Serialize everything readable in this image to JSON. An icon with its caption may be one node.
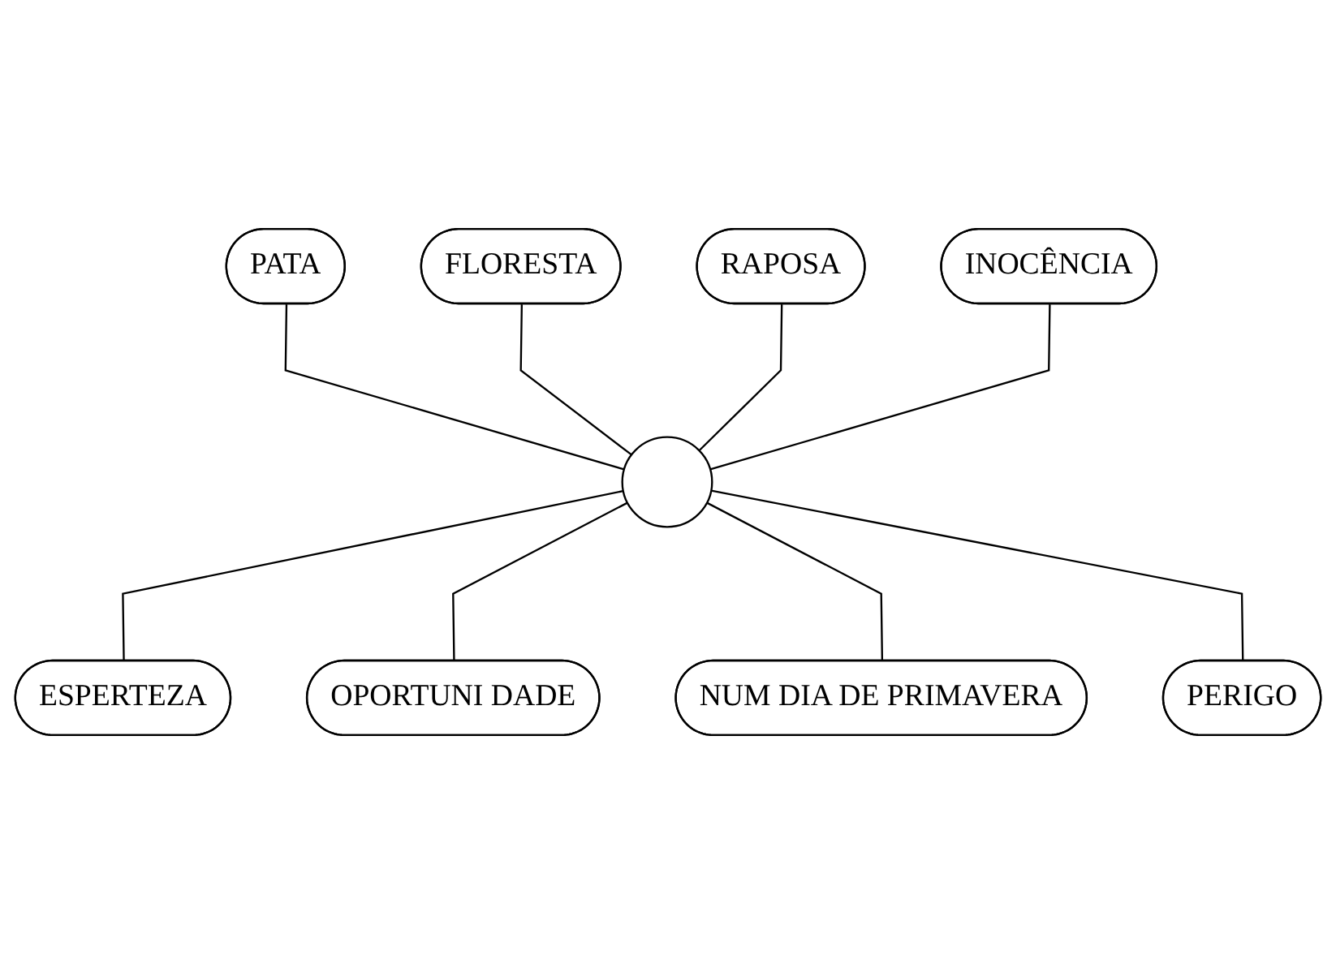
{
  "diagram": {
    "nodes": [
      {
        "text": [
          "FLORESTA"
        ]
      },
      {
        "text": [
          "PATA"
        ]
      },
      {
        "text": [
          "RAPOSA"
        ]
      },
      {
        "text": [
          "INOCÊNCIA"
        ]
      },
      {
        "text": [],
        "shape": "circle"
      },
      {
        "text": [
          "ESPERTEZA"
        ]
      },
      {
        "text": [
          "OPORTUNI DADE"
        ]
      },
      {
        "text": [
          "PERIGO"
        ]
      },
      {
        "text": [
          "NUM DIA DE PRIMAVERA"
        ]
      }
    ],
    "edges": [
      {
        "from": 1,
        "to": 4,
        "arrow": "none"
      },
      {
        "from": 0,
        "to": 4,
        "arrow": "none"
      },
      {
        "from": 2,
        "to": 4,
        "arrow": "none"
      },
      {
        "from": 3,
        "to": 4,
        "arrow": "none"
      },
      {
        "from": 4,
        "to": 5,
        "arrow": "none"
      },
      {
        "from": 4,
        "to": 6,
        "arrow": "none"
      },
      {
        "from": 4,
        "to": 8,
        "arrow": "none"
      },
      {
        "from": 4,
        "to": 7,
        "arrow": "none"
      }
    ]
  }
}
